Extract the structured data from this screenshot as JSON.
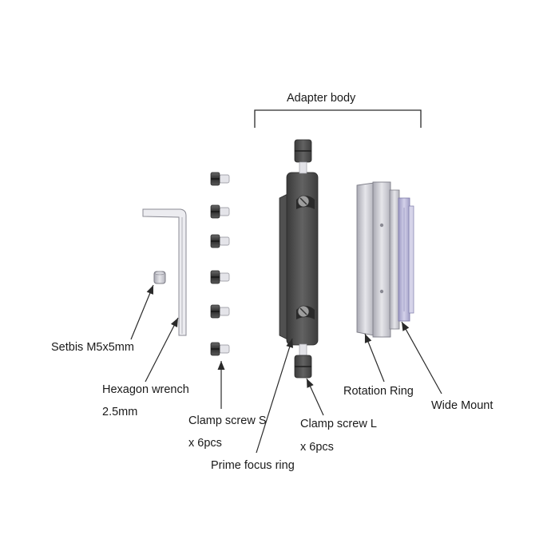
{
  "labels": {
    "adapter_body": "Adapter body",
    "setbis": "Setbis M5x5mm",
    "hex_wrench_line1": "Hexagon wrench",
    "hex_wrench_line2": "2.5mm",
    "clamp_s_line1": "Clamp screw S",
    "clamp_s_line2": "x 6pcs",
    "clamp_l_line1": "Clamp screw L",
    "clamp_l_line2": "x 6pcs",
    "prime_focus": "Prime focus ring",
    "rotation_ring": "Rotation Ring",
    "wide_mount": "Wide Mount"
  },
  "colors": {
    "line": "#2a2a2a",
    "dark_metal": "#4a4a4a",
    "silver": "#c9c9cf",
    "lavender": "#b9b6d6"
  }
}
